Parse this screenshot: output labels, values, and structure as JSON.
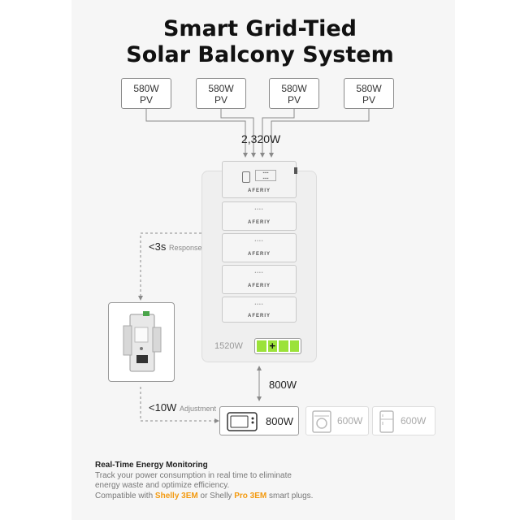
{
  "title_line1": "Smart Grid-Tied",
  "title_line2": "Solar Balcony System",
  "pv_panels": [
    {
      "watt": "580W",
      "label": "PV"
    },
    {
      "watt": "580W",
      "label": "PV"
    },
    {
      "watt": "580W",
      "label": "PV"
    },
    {
      "watt": "580W",
      "label": "PV"
    }
  ],
  "total_pv": "2,320W",
  "brand": "AFERIY",
  "battery_capacity_label": "1520W",
  "response": {
    "value": "<3s",
    "label": "Response"
  },
  "adjustment": {
    "value": "<10W",
    "label": "Adjustment"
  },
  "output_power": "800W",
  "appliances": [
    {
      "name": "microwave-icon",
      "watt": "800W",
      "active": true
    },
    {
      "name": "washing-machine-icon",
      "watt": "600W",
      "active": false
    },
    {
      "name": "fridge-icon",
      "watt": "600W",
      "active": false
    }
  ],
  "footer": {
    "heading": "Real-Time Energy Monitoring",
    "line1": "Track your power consumption in real time to eliminate",
    "line2": "energy waste and optimize efficiency.",
    "compat_prefix": "Compatible with ",
    "shelly3em": "Shelly 3EM",
    "compat_mid": " or Shelly ",
    "pro3em": "Pro 3EM",
    "compat_suffix": " smart plugs."
  },
  "colors": {
    "accent": "#f39a10",
    "battery_green": "#9be23a"
  }
}
